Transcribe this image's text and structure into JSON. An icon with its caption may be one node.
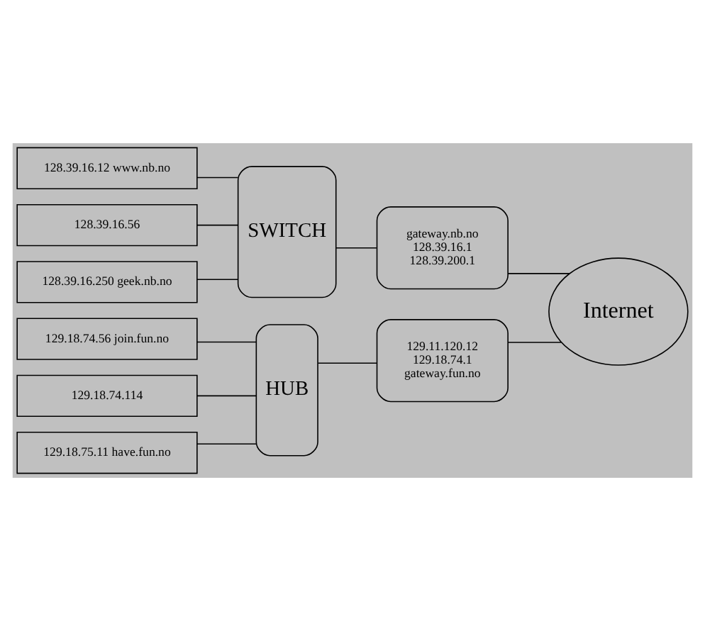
{
  "diagram": {
    "nodes": [
      {
        "text": [
          "128.39.16.12 www.nb.no"
        ]
      },
      {
        "text": [
          "128.39.16.56"
        ]
      },
      {
        "text": [
          "128.39.16.250 geek.nb.no"
        ]
      },
      {
        "text": [
          "SWITCH"
        ]
      },
      {
        "text": [
          "gateway.nb.no",
          "128.39.16.1",
          "128.39.200.1"
        ]
      },
      {
        "text": [
          "Internet"
        ]
      },
      {
        "text": [
          "129.18.74.56 join.fun.no"
        ]
      },
      {
        "text": [
          "129.18.74.114"
        ]
      },
      {
        "text": [
          "129.18.75.11 have.fun.no"
        ]
      },
      {
        "text": [
          "HUB"
        ]
      },
      {
        "text": [
          "129.11.120.12",
          "129.18.74.1",
          "gateway.fun.no"
        ]
      }
    ],
    "edges": [
      {
        "from": 0,
        "to": 3,
        "arrow": "none"
      },
      {
        "from": 1,
        "to": 3,
        "arrow": "none"
      },
      {
        "from": 2,
        "to": 3,
        "arrow": "none"
      },
      {
        "from": 3,
        "to": 4,
        "arrow": "none"
      },
      {
        "from": 4,
        "to": 5,
        "arrow": "none"
      },
      {
        "from": 5,
        "to": 10,
        "arrow": "none"
      },
      {
        "from": 6,
        "to": 9,
        "arrow": "none"
      },
      {
        "from": 7,
        "to": 9,
        "arrow": "none"
      },
      {
        "from": 8,
        "to": 9,
        "arrow": "none"
      },
      {
        "from": 9,
        "to": 10,
        "arrow": "none"
      }
    ]
  }
}
